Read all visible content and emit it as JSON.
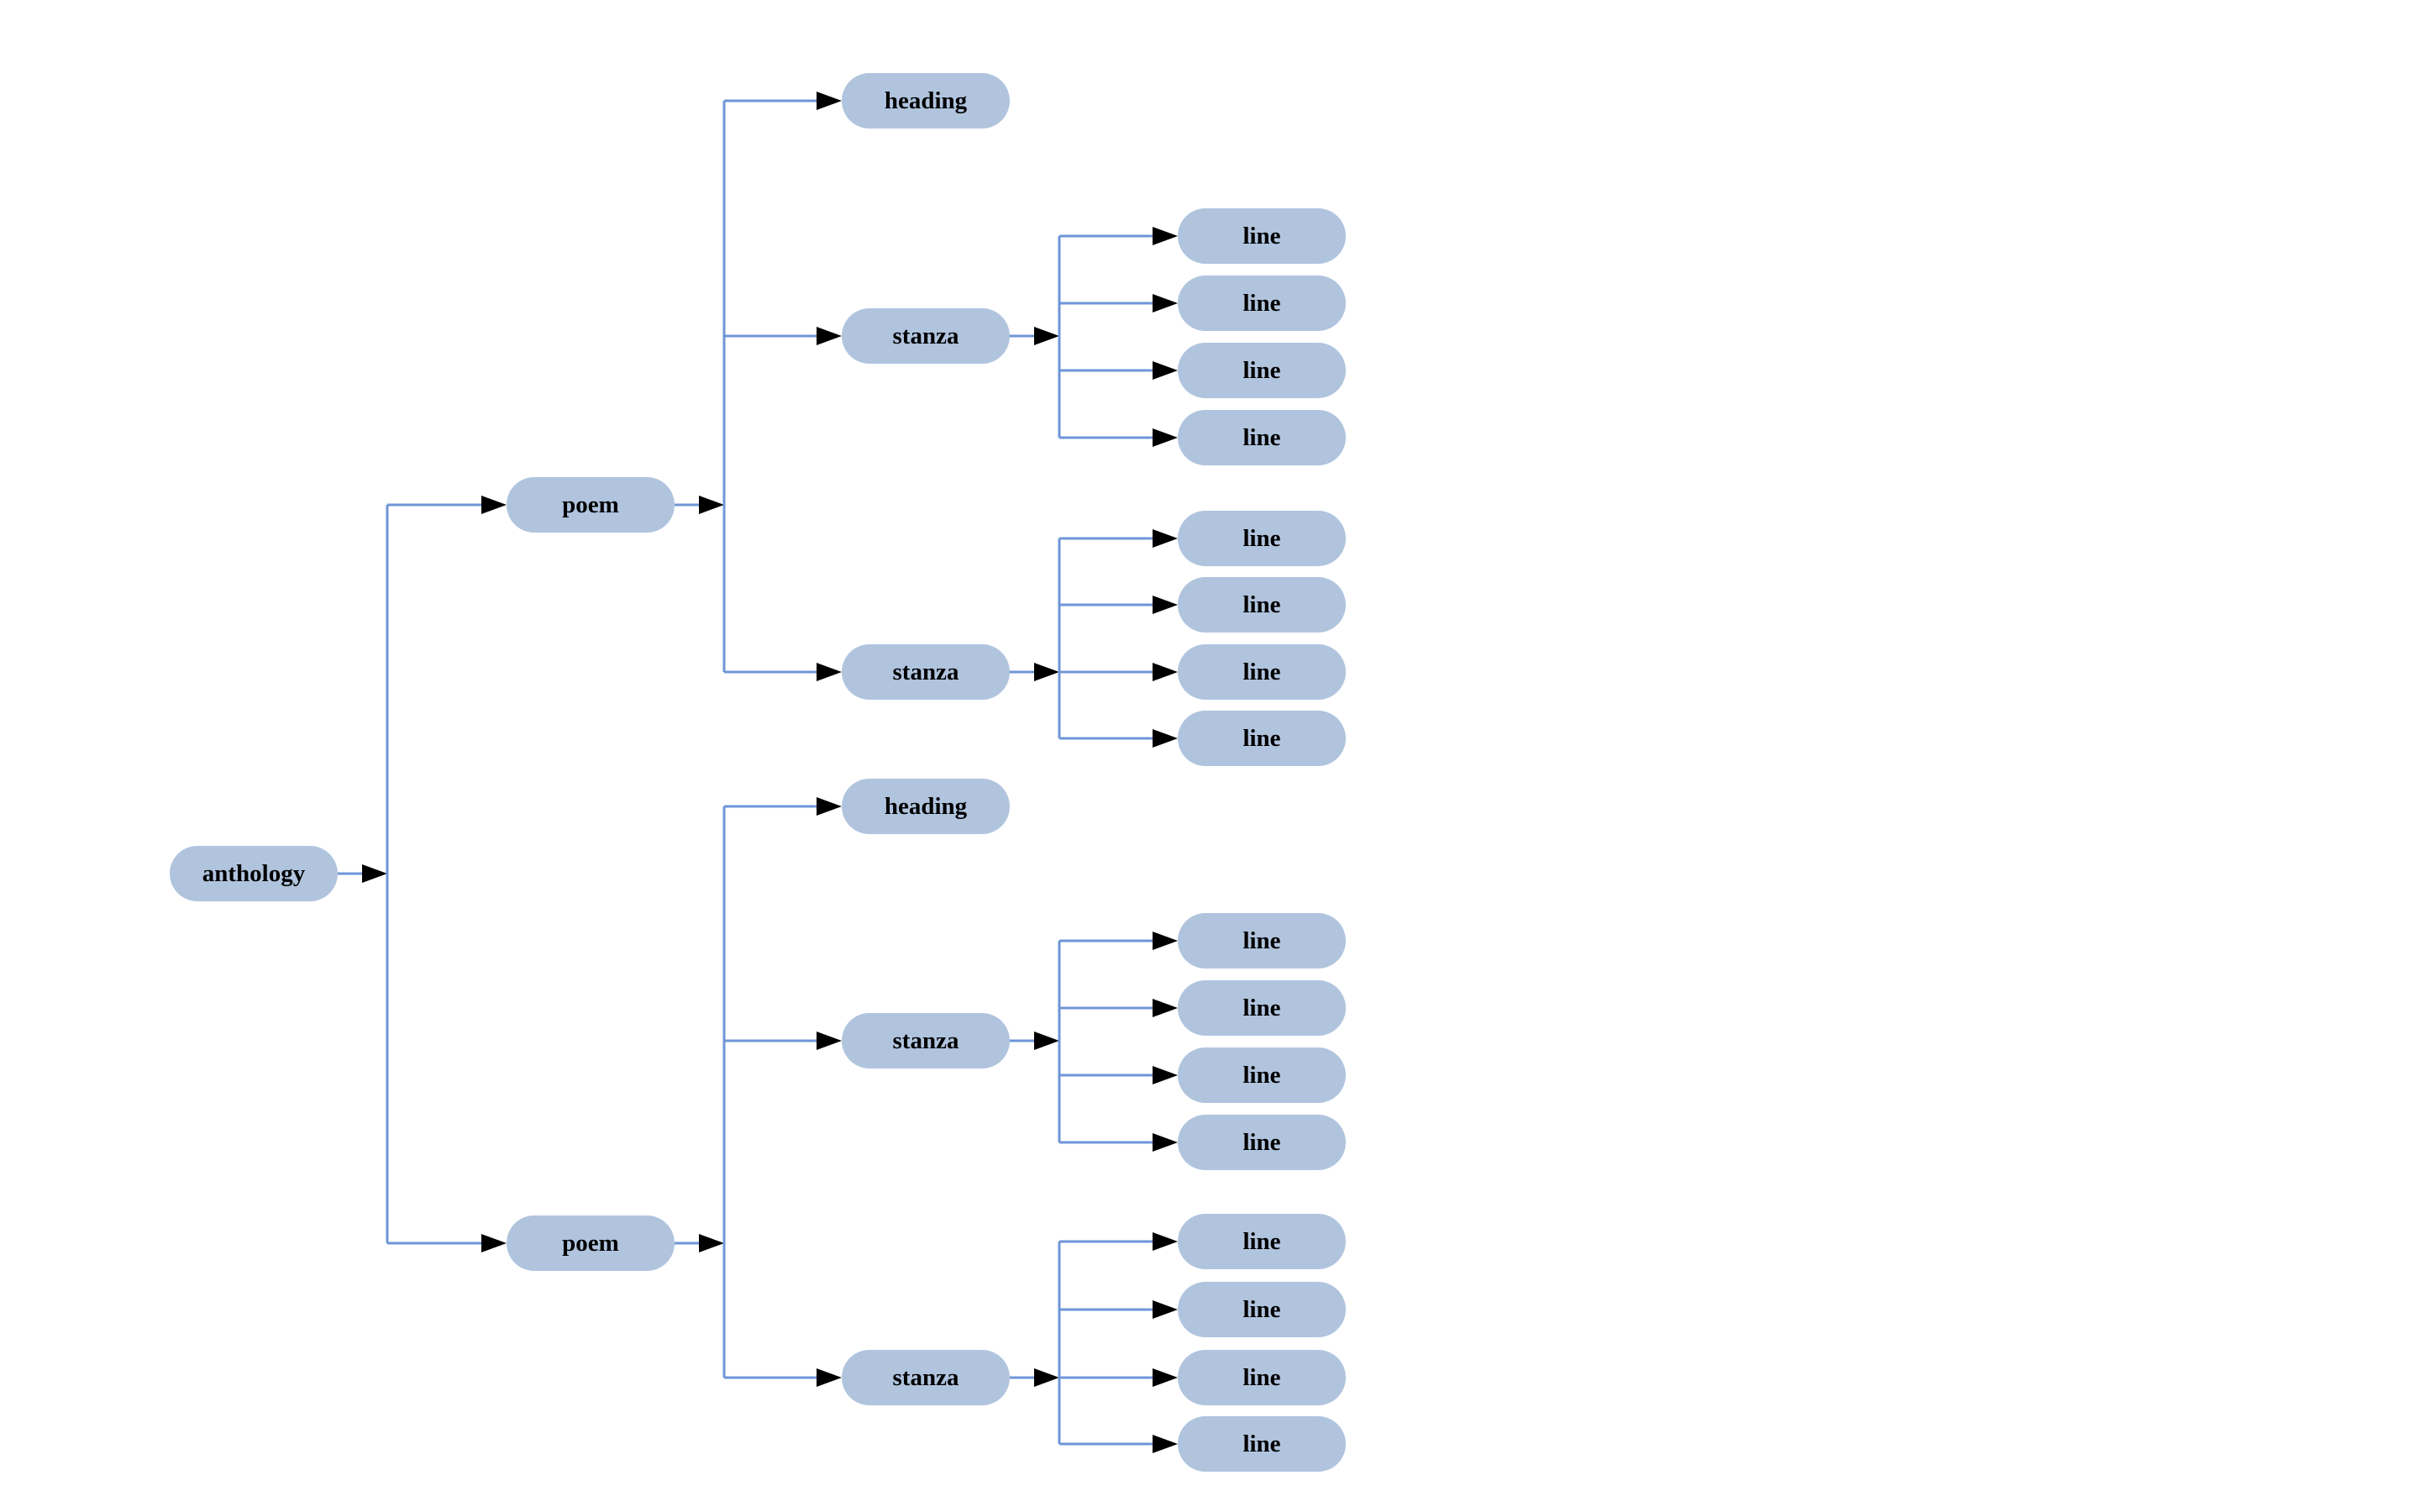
{
  "diagram": {
    "kind": "tree",
    "direction": "left-to-right",
    "colors": {
      "node_fill": "#b0c4de",
      "edge_stroke": "#6e96d8",
      "arrowhead_fill": "#000000",
      "label_color": "#000000",
      "background": "#ffffff"
    },
    "nodes": [
      {
        "id": "anthology",
        "label": "anthology"
      },
      {
        "id": "poem-1",
        "label": "poem"
      },
      {
        "id": "poem-1-heading",
        "label": "heading"
      },
      {
        "id": "poem-1-stanza-1",
        "label": "stanza"
      },
      {
        "id": "poem-1-stanza-1-line-1",
        "label": "line"
      },
      {
        "id": "poem-1-stanza-1-line-2",
        "label": "line"
      },
      {
        "id": "poem-1-stanza-1-line-3",
        "label": "line"
      },
      {
        "id": "poem-1-stanza-1-line-4",
        "label": "line"
      },
      {
        "id": "poem-1-stanza-2",
        "label": "stanza"
      },
      {
        "id": "poem-1-stanza-2-line-1",
        "label": "line"
      },
      {
        "id": "poem-1-stanza-2-line-2",
        "label": "line"
      },
      {
        "id": "poem-1-stanza-2-line-3",
        "label": "line"
      },
      {
        "id": "poem-1-stanza-2-line-4",
        "label": "line"
      },
      {
        "id": "poem-2",
        "label": "poem"
      },
      {
        "id": "poem-2-heading",
        "label": "heading"
      },
      {
        "id": "poem-2-stanza-1",
        "label": "stanza"
      },
      {
        "id": "poem-2-stanza-1-line-1",
        "label": "line"
      },
      {
        "id": "poem-2-stanza-1-line-2",
        "label": "line"
      },
      {
        "id": "poem-2-stanza-1-line-3",
        "label": "line"
      },
      {
        "id": "poem-2-stanza-1-line-4",
        "label": "line"
      },
      {
        "id": "poem-2-stanza-2",
        "label": "stanza"
      },
      {
        "id": "poem-2-stanza-2-line-1",
        "label": "line"
      },
      {
        "id": "poem-2-stanza-2-line-2",
        "label": "line"
      },
      {
        "id": "poem-2-stanza-2-line-3",
        "label": "line"
      },
      {
        "id": "poem-2-stanza-2-line-4",
        "label": "line"
      }
    ],
    "edges": [
      {
        "from": "anthology",
        "to": "poem-1"
      },
      {
        "from": "anthology",
        "to": "poem-2"
      },
      {
        "from": "poem-1",
        "to": "poem-1-heading"
      },
      {
        "from": "poem-1",
        "to": "poem-1-stanza-1"
      },
      {
        "from": "poem-1",
        "to": "poem-1-stanza-2"
      },
      {
        "from": "poem-1-stanza-1",
        "to": "poem-1-stanza-1-line-1"
      },
      {
        "from": "poem-1-stanza-1",
        "to": "poem-1-stanza-1-line-2"
      },
      {
        "from": "poem-1-stanza-1",
        "to": "poem-1-stanza-1-line-3"
      },
      {
        "from": "poem-1-stanza-1",
        "to": "poem-1-stanza-1-line-4"
      },
      {
        "from": "poem-1-stanza-2",
        "to": "poem-1-stanza-2-line-1"
      },
      {
        "from": "poem-1-stanza-2",
        "to": "poem-1-stanza-2-line-2"
      },
      {
        "from": "poem-1-stanza-2",
        "to": "poem-1-stanza-2-line-3"
      },
      {
        "from": "poem-1-stanza-2",
        "to": "poem-1-stanza-2-line-4"
      },
      {
        "from": "poem-2",
        "to": "poem-2-heading"
      },
      {
        "from": "poem-2",
        "to": "poem-2-stanza-1"
      },
      {
        "from": "poem-2",
        "to": "poem-2-stanza-2"
      },
      {
        "from": "poem-2-stanza-1",
        "to": "poem-2-stanza-1-line-1"
      },
      {
        "from": "poem-2-stanza-1",
        "to": "poem-2-stanza-1-line-2"
      },
      {
        "from": "poem-2-stanza-1",
        "to": "poem-2-stanza-1-line-3"
      },
      {
        "from": "poem-2-stanza-1",
        "to": "poem-2-stanza-1-line-4"
      },
      {
        "from": "poem-2-stanza-2",
        "to": "poem-2-stanza-2-line-1"
      },
      {
        "from": "poem-2-stanza-2",
        "to": "poem-2-stanza-2-line-2"
      },
      {
        "from": "poem-2-stanza-2",
        "to": "poem-2-stanza-2-line-3"
      },
      {
        "from": "poem-2-stanza-2",
        "to": "poem-2-stanza-2-line-4"
      }
    ]
  }
}
